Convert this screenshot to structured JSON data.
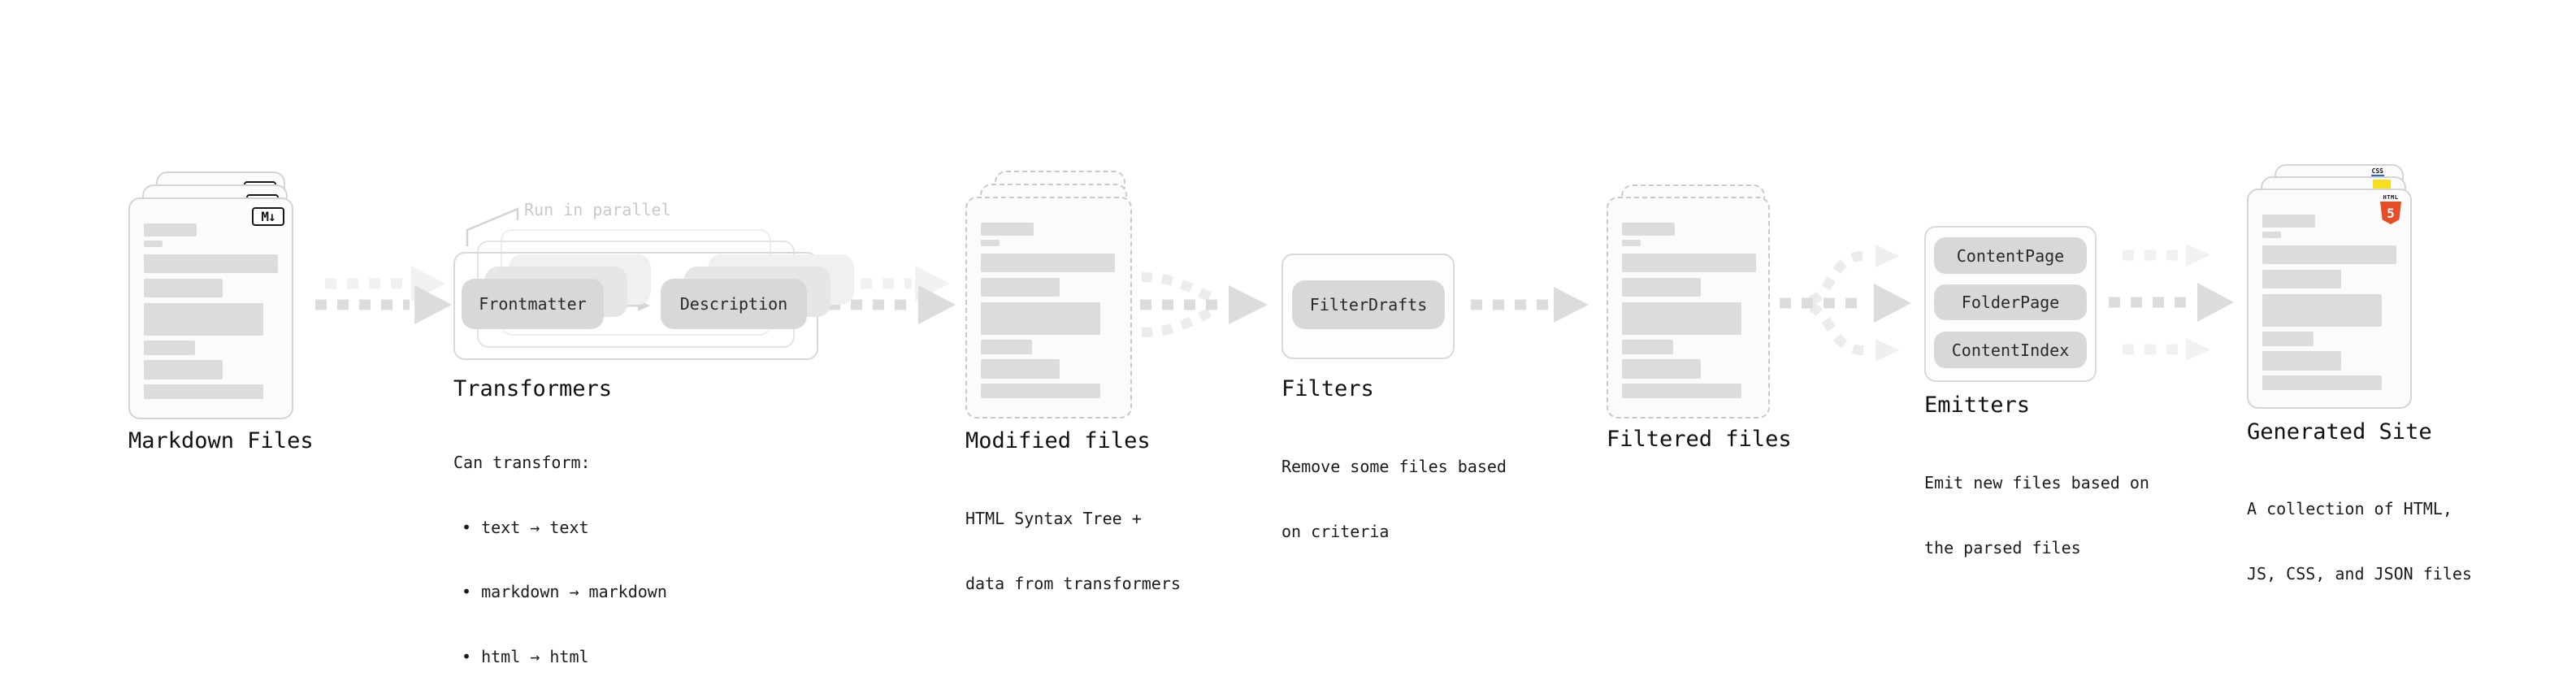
{
  "stages": {
    "markdown": {
      "label": "Markdown Files"
    },
    "transformers": {
      "note": "Run in parallel",
      "chip1": "Frontmatter",
      "chip2": "Description",
      "label": "Transformers",
      "desc1": "Can transform:",
      "bullet1": "• text → text",
      "bullet2": "• markdown → markdown",
      "bullet3": "• html → html"
    },
    "modified": {
      "label": "Modified files",
      "desc1": "HTML Syntax Tree +",
      "desc2": "data from transformers"
    },
    "filters": {
      "chip": "FilterDrafts",
      "label": "Filters",
      "desc1": "Remove some files based",
      "desc2": "on criteria"
    },
    "filtered": {
      "label": "Filtered files"
    },
    "emitters": {
      "chip1": "ContentPage",
      "chip2": "FolderPage",
      "chip3": "ContentIndex",
      "label": "Emitters",
      "desc1": "Emit new files based on",
      "desc2": "the parsed files"
    },
    "site": {
      "label": "Generated Site",
      "desc1": "A collection of HTML,",
      "desc2": "JS, CSS, and JSON files"
    }
  },
  "icons": {
    "markdown": "M↓",
    "html5_word": "HTML",
    "html5_5": "5",
    "css_word": "CSS"
  },
  "colors": {
    "html_orange": "#e44d26",
    "js_yellow": "#f7df1e",
    "css_blue": "#2b62e9"
  }
}
